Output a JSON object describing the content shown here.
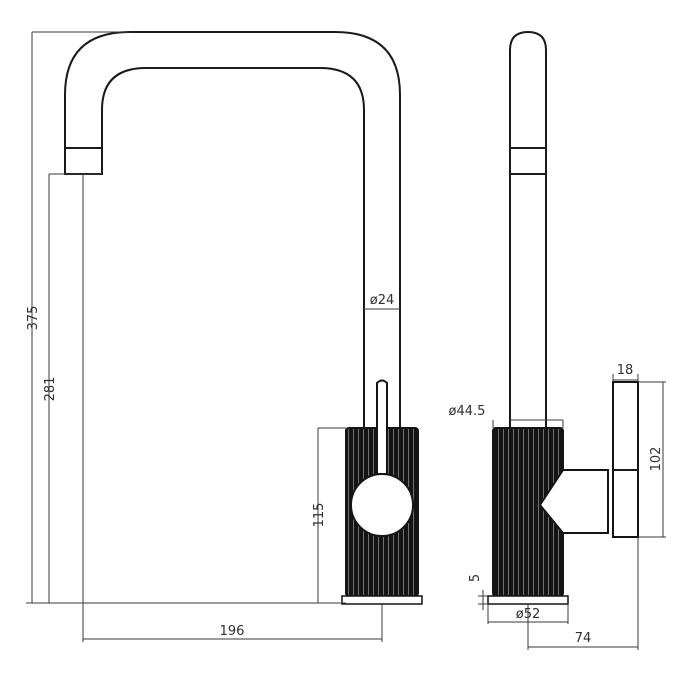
{
  "front_view": {
    "total_height": "375",
    "spout_height": "281",
    "body_height": "115",
    "spout_reach": "196",
    "spout_diameter": "ø24"
  },
  "side_view": {
    "body_diameter": "ø44.5",
    "base_diameter": "ø52",
    "base_thickness": "5",
    "handle_width": "18",
    "handle_height": "102",
    "handle_reach": "74"
  },
  "colors": {
    "ink": "#1a1a1a",
    "fill": "#141414",
    "background": "#ffffff"
  }
}
